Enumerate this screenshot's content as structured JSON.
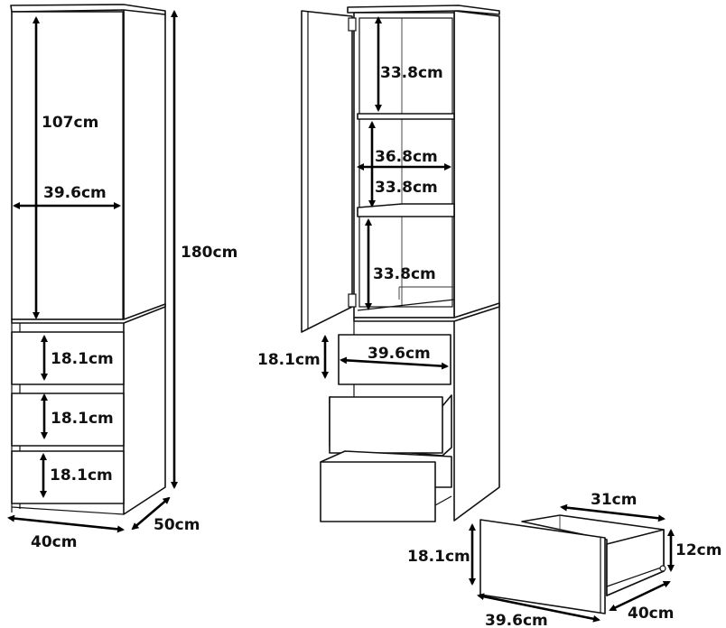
{
  "diagram": {
    "type": "furniture-dimension-drawing",
    "views": {
      "closed": {
        "door_height": "107cm",
        "door_width": "39.6cm",
        "total_height": "180cm",
        "drawer_heights": [
          "18.1cm",
          "18.1cm",
          "18.1cm"
        ],
        "width": "40cm",
        "depth": "50cm"
      },
      "open": {
        "shelf_heights": [
          "33.8cm",
          "33.8cm",
          "33.8cm"
        ],
        "inner_width": "36.8cm",
        "drawer_height": "18.1cm",
        "drawer_front_width": "39.6cm"
      },
      "drawer_detail": {
        "inner_width": "31cm",
        "front_height": "18.1cm",
        "side_height": "12cm",
        "front_width": "39.6cm",
        "depth": "40cm"
      }
    }
  }
}
